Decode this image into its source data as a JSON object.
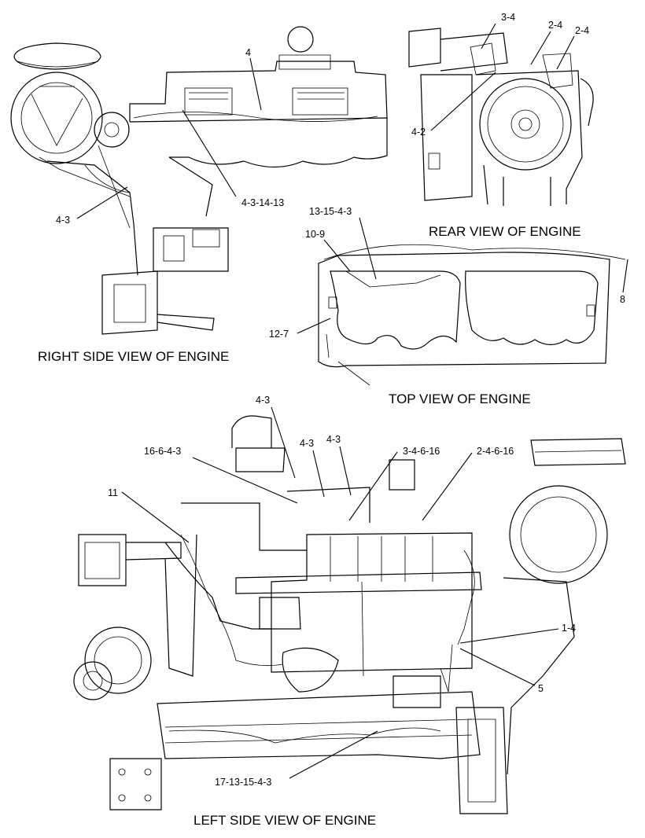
{
  "views": {
    "right_side": "RIGHT SIDE VIEW OF ENGINE",
    "rear": "REAR VIEW OF ENGINE",
    "top": "TOP VIEW OF ENGINE",
    "left_side": "LEFT SIDE VIEW OF ENGINE"
  },
  "callouts": {
    "right_4": "4",
    "right_4_3": "4-3",
    "right_4_3_14_13": "4-3-14-13",
    "rear_3_4": "3-4",
    "rear_2_4_a": "2-4",
    "rear_2_4_b": "2-4",
    "rear_4_2": "4-2",
    "top_13_15_4_3": "13-15-4-3",
    "top_10_9": "10-9",
    "top_8": "8",
    "top_12_7": "12-7",
    "left_4_3_top": "4-3",
    "left_16_6_4_3": "16-6-4-3",
    "left_4_3_mid": "4-3",
    "left_4_3_right": "4-3",
    "left_3_4_6_16": "3-4-6-16",
    "left_2_4_6_16": "2-4-6-16",
    "left_11": "11",
    "left_1_4": "1-4",
    "left_5": "5",
    "left_17_13_15_4_3": "17-13-15-4-3"
  }
}
